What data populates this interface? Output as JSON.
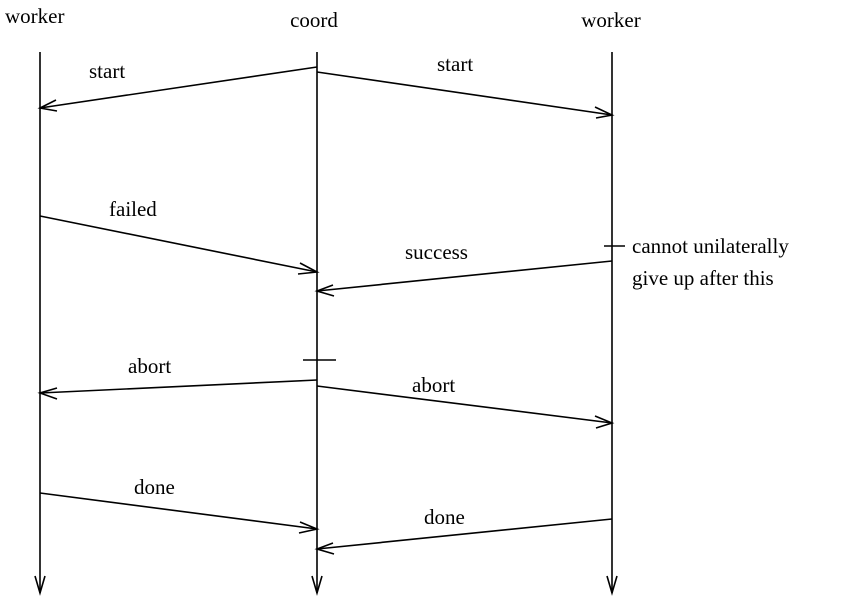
{
  "participants": {
    "left": "worker",
    "middle": "coord",
    "right": "worker"
  },
  "messages": {
    "start_left": "start",
    "start_right": "start",
    "failed": "failed",
    "success": "success",
    "abort_left": "abort",
    "abort_right": "abort",
    "done_left": "done",
    "done_right": "done"
  },
  "annotation": {
    "line1": "cannot unilaterally",
    "line2": "give up after this"
  }
}
